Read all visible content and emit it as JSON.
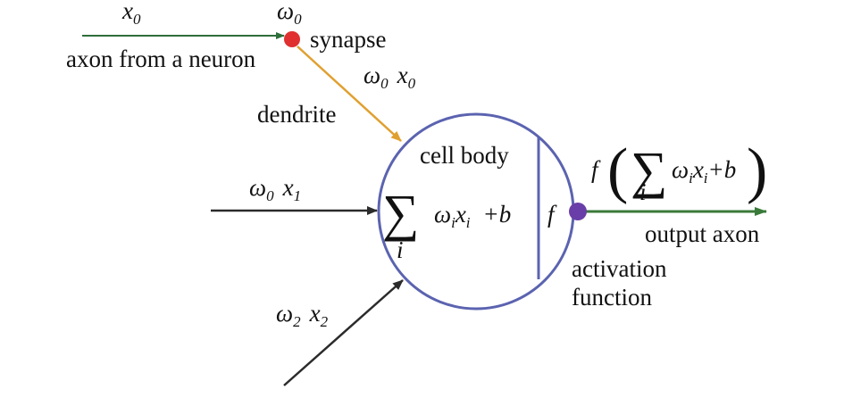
{
  "colors": {
    "axon": "#2e6e3a",
    "arrow_dark": "#2b2b2b",
    "dendrite": "#e0a030",
    "synapse": "#e03030",
    "cell": "#5b63b0",
    "activation_dot": "#6a3ea8",
    "output_axon": "#3a7a3a"
  },
  "input_top": {
    "var": "x",
    "sub": "0"
  },
  "weight_top": {
    "var": "ω",
    "sub": "0"
  },
  "synapse_label": "synapse",
  "axon_label": "axon from a neuron",
  "dendrite_product": {
    "w": "ω",
    "w_sub": "0",
    "x": "x",
    "x_sub": "0"
  },
  "dendrite_label": "dendrite",
  "input_mid": {
    "w": "ω",
    "w_sub": "0",
    "x": "x",
    "x_sub": "1"
  },
  "input_bottom": {
    "w": "ω",
    "w_sub": "2",
    "x": "x",
    "x_sub": "2"
  },
  "cell_body_label": "cell body",
  "sum_formula": {
    "sigma": "∑",
    "index": "i",
    "w": "ω",
    "w_sub": "i",
    "x": "x",
    "x_sub": "i",
    "bias": "+b"
  },
  "activation_symbol": "f",
  "output_formula": {
    "f": "f",
    "open": "(",
    "sigma": "∑",
    "index": "i",
    "w": "ω",
    "w_sub": "i",
    "x": "x",
    "x_sub": "i",
    "bias": "+b",
    "close": ")"
  },
  "output_label": "output axon",
  "activation_label_line1": "activation",
  "activation_label_line2": "function"
}
